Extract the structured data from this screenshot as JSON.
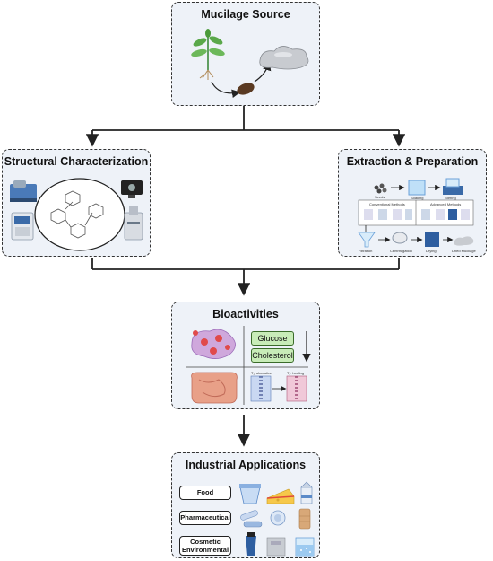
{
  "nodes": {
    "mucilage_source": {
      "title": "Mucilage Source"
    },
    "structural": {
      "title": "Structural Characterization"
    },
    "extraction": {
      "title": "Extraction & Preparation",
      "labels": [
        "Seeds",
        "Soaking",
        "Stirring",
        "Conventional Methods",
        "Advanced Methods",
        "Filtration",
        "Centrifugation",
        "Drying",
        "Dried Mucilage"
      ]
    },
    "bioactivities": {
      "title": "Bioactivities",
      "markers": [
        "Glucose",
        "Cholesterol"
      ],
      "gut_labels": [
        "T₁: ulcerative",
        "T₂: healing"
      ]
    },
    "industrial": {
      "title": "Industrial Applications",
      "categories": [
        "Food",
        "Pharmaceutical",
        "Cosmetic",
        "Environmental"
      ]
    }
  },
  "colors": {
    "panel_bg": "#eef2f8",
    "border": "#333333",
    "marker_green": "#c8ecb8",
    "accent_blue": "#6aa0d8"
  }
}
